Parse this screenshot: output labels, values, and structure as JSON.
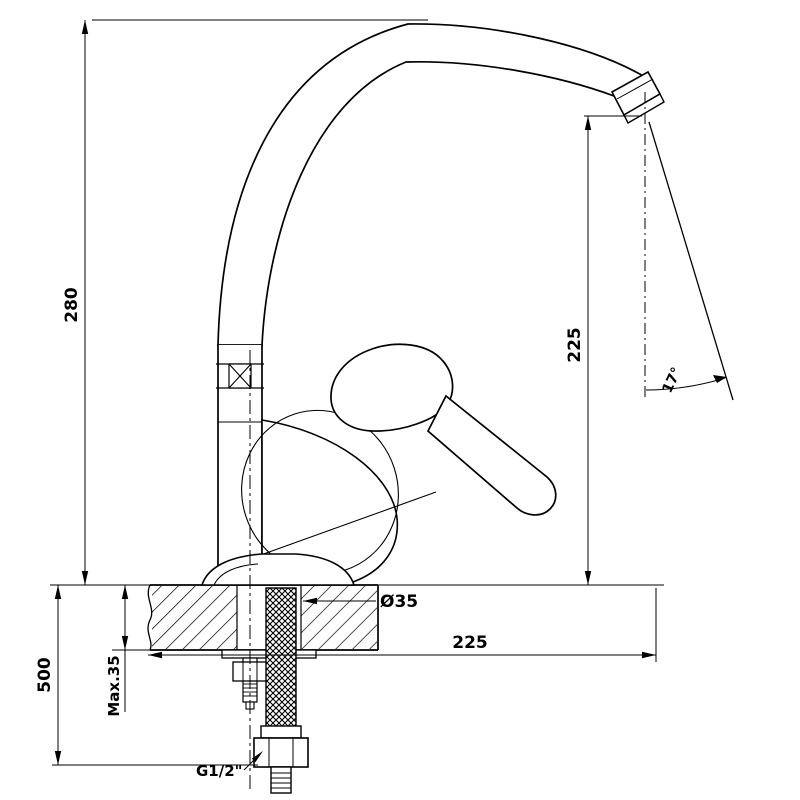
{
  "drawing": {
    "type": "technical-dimension-drawing",
    "subject": "single-lever kitchen faucet with high curved spout, side elevation with mounting hardware",
    "background_color": "#ffffff",
    "line_color": "#000000",
    "labels": {
      "overall_height": "280",
      "outlet_height": "225",
      "spout_reach": "225",
      "install_length": "500",
      "max_counter_thickness": "Max.35",
      "hole_diameter": "Ø35",
      "thread_size": "G1/2\"",
      "stream_angle": "17°"
    }
  }
}
